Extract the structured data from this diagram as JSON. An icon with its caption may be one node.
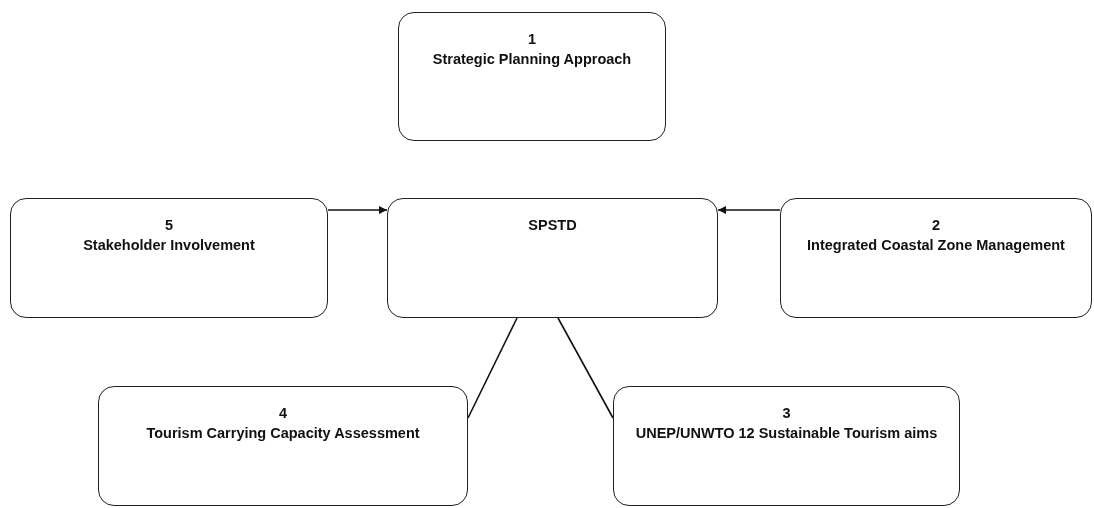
{
  "diagram": {
    "nodes": [
      {
        "text": [
          "1",
          "Strategic Planning Approach"
        ]
      },
      {
        "text": [
          "SPSTD"
        ]
      },
      {
        "text": [
          "5",
          "Stakeholder Involvement"
        ]
      },
      {
        "text": [
          "2",
          "Integrated Coastal Zone Management"
        ]
      },
      {
        "text": [
          "4",
          "Tourism Carrying Capacity Assessment"
        ]
      },
      {
        "text": [
          "3",
          "UNEP/UNWTO 12 Sustainable Tourism aims"
        ]
      }
    ],
    "edges": [
      {
        "from": 2,
        "to": 1,
        "arrow": "to"
      },
      {
        "from": 3,
        "to": 1,
        "arrow": "to"
      },
      {
        "from": 1,
        "to": 4,
        "arrow": "none"
      },
      {
        "from": 1,
        "to": 5,
        "arrow": "none"
      }
    ]
  }
}
